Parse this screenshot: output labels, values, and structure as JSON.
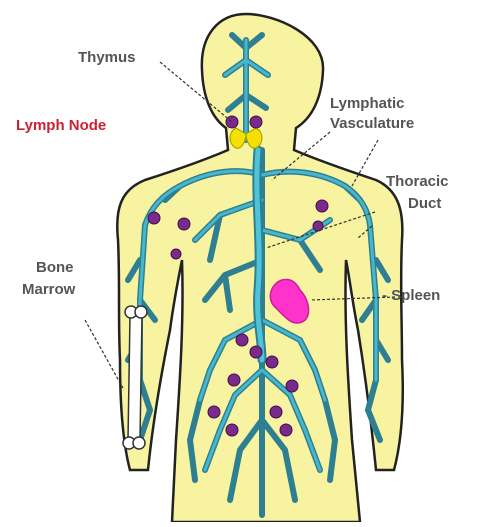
{
  "labels": {
    "thymus": "Thymus",
    "lymph_node": "Lymph Node",
    "lymphatic_1": "Lymphatic",
    "lymphatic_2": "Vasculature",
    "thoracic_1": "Thoracic",
    "thoracic_2": "Duct",
    "bone_1": "Bone",
    "bone_2": "Marrow",
    "spleen": "- Spleen"
  },
  "colors": {
    "skin": "#f7f3a0",
    "vessel": "#2e7f92",
    "duct": "#4fc3d8",
    "node": "#7a2a8a",
    "spleen": "#ff33cc",
    "thymus": "#f5e000",
    "label_red": "#cc2233"
  }
}
